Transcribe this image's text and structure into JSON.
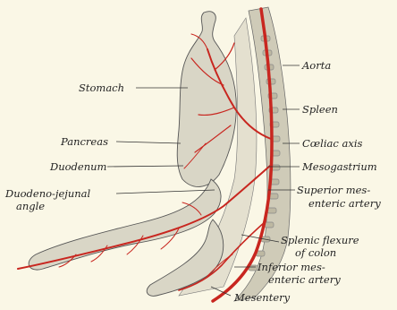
{
  "labels": {
    "aorta": "Aorta",
    "stomach": "Stomach",
    "spleen": "Spleen",
    "pancreas": "Pancreas",
    "coeliac_axis": "Cœliac axis",
    "duodenum": "Duodenum",
    "mesogastrium": "Mesogastrium",
    "duodeno_jejunal_1": "Duodeno-jejunal",
    "duodeno_jejunal_2": "angle",
    "superior_mesenteric_1": "Superior mes-",
    "superior_mesenteric_2": "enteric artery",
    "splenic_flexure_1": "Splenic flexure",
    "splenic_flexure_2": "of colon",
    "inferior_mesenteric_1": "Inferior mes-",
    "inferior_mesenteric_2": "enteric artery",
    "mesentery": "Mesentery"
  },
  "colors": {
    "artery": "#c8261f",
    "tissue": "#d9d6c6",
    "spine": "#cfcbb8",
    "background": "#faf7e6"
  }
}
